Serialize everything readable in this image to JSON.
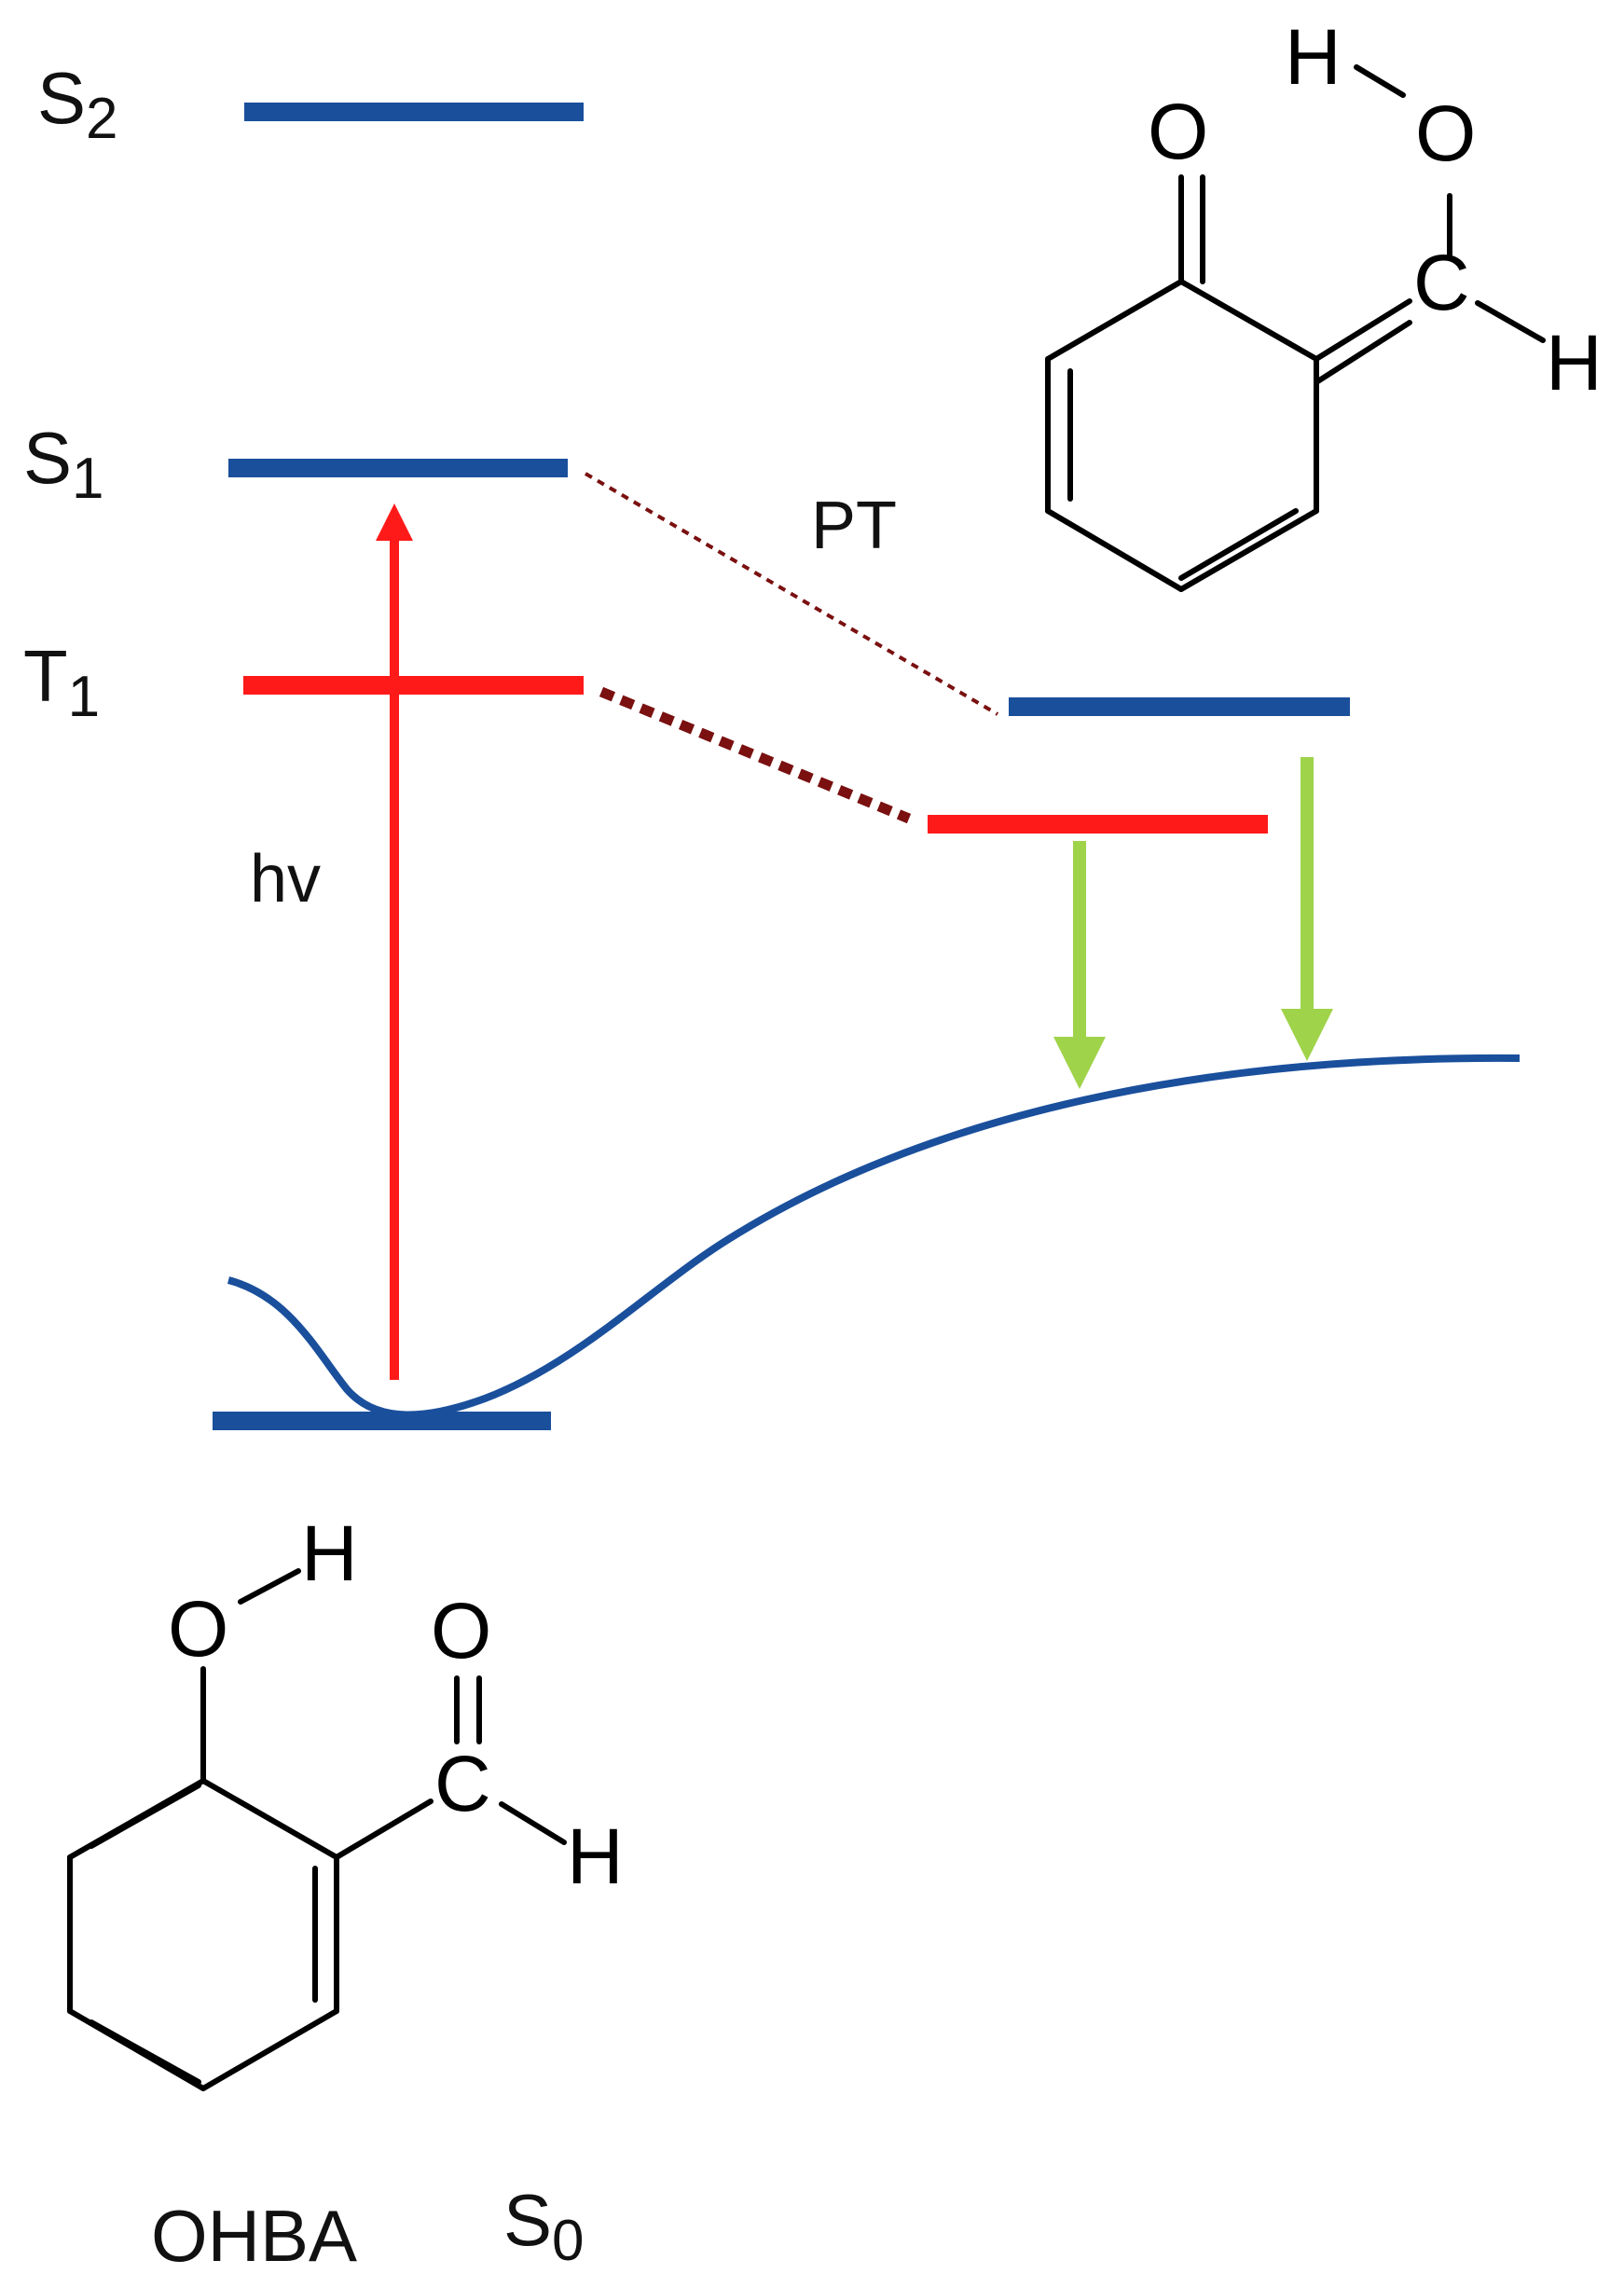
{
  "labels": {
    "s2": {
      "base": "S",
      "sub": "2"
    },
    "s1": {
      "base": "S",
      "sub": "1"
    },
    "t1": {
      "base": "T",
      "sub": "1"
    },
    "s0": {
      "base": "S",
      "sub": "0"
    },
    "hv": "hv",
    "pt": "PT",
    "ohba": "OHBA"
  },
  "atoms": {
    "o": "O",
    "h": "H",
    "c": "C"
  },
  "colors": {
    "singlet": "#1a4f9c",
    "triplet": "#ff1a1a",
    "excitation": "#ff1a1a",
    "emission": "#9fd34a",
    "correlation": "#7a1010",
    "bond": "#000000"
  }
}
